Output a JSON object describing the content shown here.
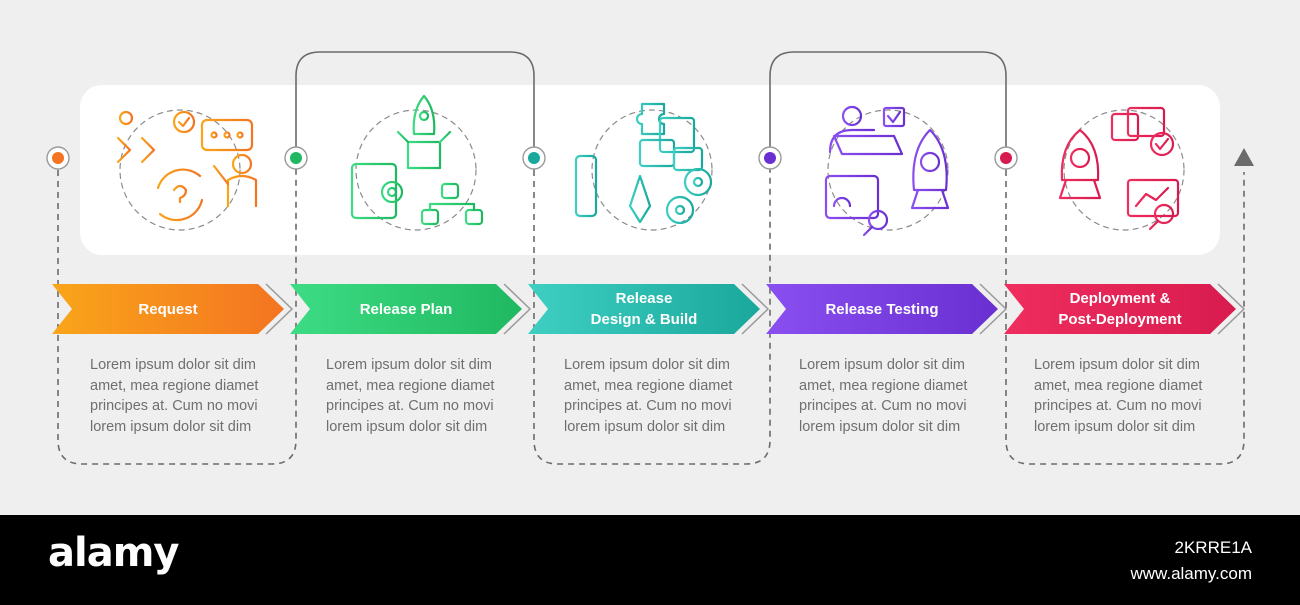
{
  "steps": [
    {
      "label": "Request",
      "description": "Lorem ipsum dolor sit dim amet, mea regione diamet principes at. Cum no movi lorem ipsum dolor sit dim",
      "color_start": "#f9a51a",
      "color_end": "#f47421",
      "icon": "request-workflow-icon"
    },
    {
      "label": "Release Plan",
      "description": "Lorem ipsum dolor sit dim amet, mea regione diamet principes at. Cum no movi lorem ipsum dolor sit dim",
      "color_start": "#3ddc84",
      "color_end": "#1fb860",
      "icon": "release-plan-rocket-icon"
    },
    {
      "label": "Release\nDesign & Build",
      "description": "Lorem ipsum dolor sit dim amet, mea regione diamet principes at. Cum no movi lorem ipsum dolor sit dim",
      "color_start": "#3ecfc2",
      "color_end": "#1aa79c",
      "icon": "puzzle-design-icon"
    },
    {
      "label": "Release Testing",
      "description": "Lorem ipsum dolor sit dim amet, mea regione diamet principes at. Cum no movi lorem ipsum dolor sit dim",
      "color_start": "#8a4ff0",
      "color_end": "#6a2fd0",
      "icon": "testing-rocket-icon"
    },
    {
      "label": "Deployment &\nPost-Deployment",
      "description": "Lorem ipsum dolor sit dim amet, mea regione diamet principes at. Cum no movi lorem ipsum dolor sit dim",
      "color_start": "#ef2d5e",
      "color_end": "#d81b4f",
      "icon": "deployment-rocket-icon"
    }
  ],
  "connector_color": "#6b6b6b",
  "panel_color": "#ffffff",
  "footer": {
    "brand": "alamy",
    "image_id": "2KRRE1A",
    "site": "www.alamy.com"
  }
}
